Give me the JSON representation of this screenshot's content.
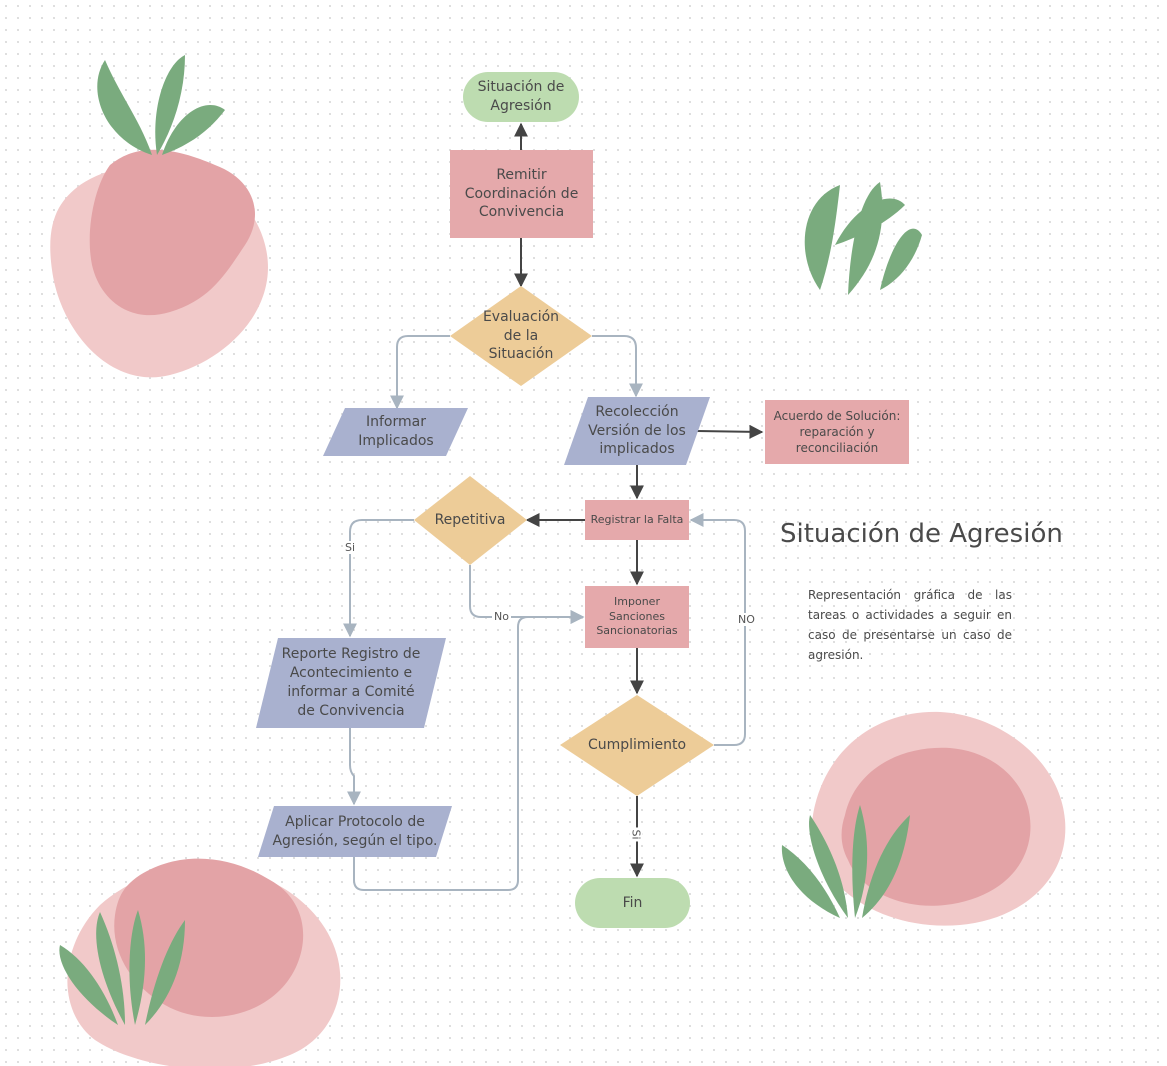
{
  "title": "Situación de Agresión",
  "description": "Representación gráfica de las tareas o actividades a seguir en caso de presentarse un caso de agresión.",
  "colors": {
    "terminator": "#bddcb0",
    "process": "#e5a9ab",
    "decision": "#edcc98",
    "io": "#a9b1cf",
    "connector_gray": "#a8b4c0",
    "connector_dark": "#444444",
    "leaf": "#7aab7e",
    "blob_light": "#f1c9c9",
    "blob_dark": "#e3a3a6"
  },
  "nodes": {
    "start": "Situación de Agresión",
    "remitir": "Remitir Coordinación de Convivencia",
    "evaluacion": "Evaluación de la Situación",
    "informar": "Informar Implicados",
    "recoleccion": "Recolección Versión de los implicados",
    "acuerdo": "Acuerdo de Solución: reparación y reconciliación",
    "registrar": "Registrar la Falta",
    "repetitiva": "Repetitiva",
    "imponer": "Imponer Sanciones Sancionatorias",
    "reporte": "Reporte Registro de Acontecimiento e informar a Comité de Convivencia",
    "cumplimiento": "Cumplimiento",
    "aplicar": "Aplicar Protocolo de Agresión, según el tipo.",
    "fin": "Fin"
  },
  "edge_labels": {
    "si_repetitiva": "Si",
    "no_repetitiva": "No",
    "no_cumplimiento": "NO",
    "si_cumplimiento": "Si"
  }
}
